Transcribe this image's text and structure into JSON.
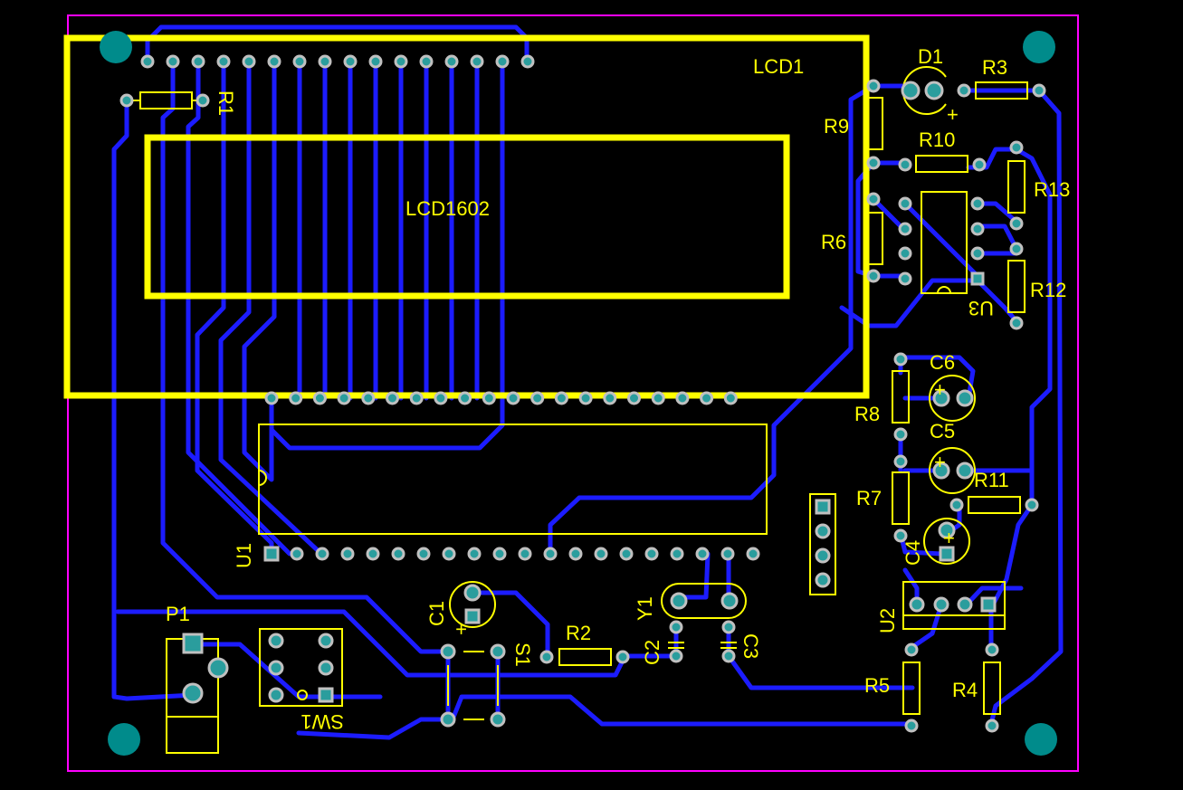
{
  "colors": {
    "background": "#000000",
    "outline": "#ff00ff",
    "trace": "#1c1cff",
    "silkscreen": "#ffff00",
    "pad": "#2a9d9d",
    "mount_hole": "#008b8b",
    "pad_ring": "#c0c0c0"
  },
  "labels": {
    "lcd1": "LCD1",
    "lcd1602": "LCD1602",
    "r1": "R1",
    "d1": "D1",
    "r3": "R3",
    "r9": "R9",
    "r10": "R10",
    "r13": "R13",
    "r6": "R6",
    "r12": "R12",
    "u3": "U3",
    "c6": "C6",
    "c5": "C5",
    "r8": "R8",
    "r7": "R7",
    "r11": "R11",
    "c4": "C4",
    "u1": "U1",
    "u2": "U2",
    "r5": "R5",
    "r4": "R4",
    "p1": "P1",
    "sw1": "SW1",
    "c1": "C1",
    "s1": "S1",
    "r2": "R2",
    "y1": "Y1",
    "c2": "C2",
    "c3": "C3",
    "plus_d1": "+",
    "plus_c6": "+",
    "plus_c5": "+",
    "plus_c1": "+",
    "plus_c4": "+"
  }
}
